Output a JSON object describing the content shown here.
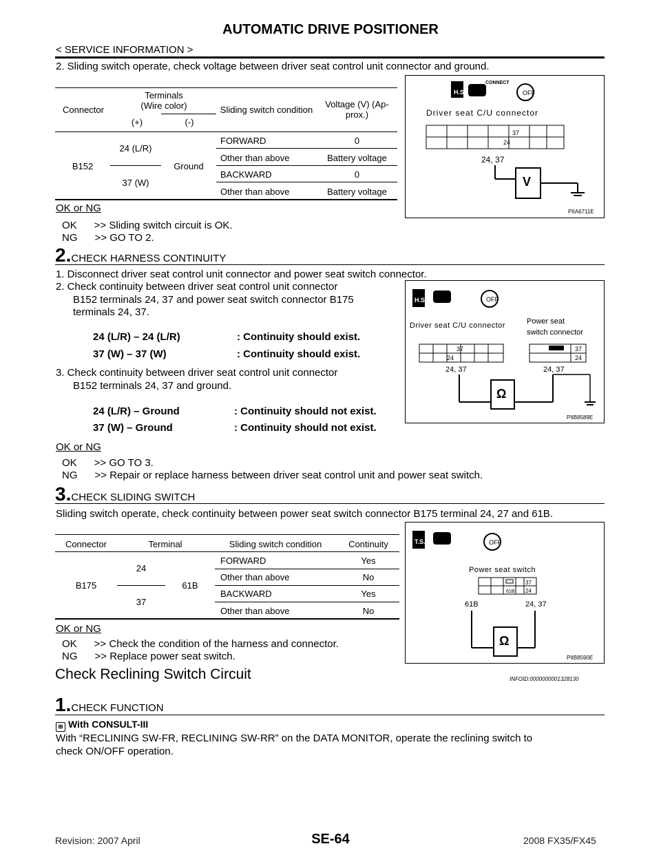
{
  "header": {
    "title": "AUTOMATIC DRIVE POSITIONER",
    "subtitle": "< SERVICE INFORMATION >"
  },
  "sec1": {
    "step2_text": "2.   Sliding switch operate, check voltage between driver seat control unit connector and ground.",
    "table1": {
      "h_connector": "Connector",
      "h_terminals": "Terminals\n(Wire color)",
      "h_plus": "(+)",
      "h_minus": "(-)",
      "h_condition": "Sliding switch condition",
      "h_voltage": "Voltage (V) (Ap-\nprox.)",
      "connector": "B152",
      "t1": "24 (L/R)",
      "t2": "37 (W)",
      "minus": "Ground",
      "rows": [
        {
          "cond": "FORWARD",
          "val": "0"
        },
        {
          "cond": "Other than above",
          "val": "Battery voltage"
        },
        {
          "cond": "BACKWARD",
          "val": "0"
        },
        {
          "cond": "Other than above",
          "val": "Battery voltage"
        }
      ]
    },
    "okng": "OK or NG",
    "ok": "OK      >> Sliding switch circuit is OK.",
    "ng": "NG      >> GO TO 2."
  },
  "fig1": {
    "label": "Driver seat C/U connector",
    "term": "24, 37",
    "t37": "37",
    "t24": "24",
    "connect": "CONNECT",
    "code": "PIIA6711E",
    "meter": "V"
  },
  "step2": {
    "num": "2.",
    "title": "CHECK HARNESS CONTINUITY",
    "l1": "1.   Disconnect driver seat control unit connector and power seat switch connector.",
    "l2a": "2.   Check  continuity  between  driver  seat  control  unit  connector",
    "l2b": "B152 terminals 24, 37 and power seat switch connector B175",
    "l2c": "terminals 24, 37.",
    "c1a": "24 (L/R) – 24 (L/R)",
    "c1b": ": Continuity should exist.",
    "c2a": "37 (W) – 37 (W)",
    "c2b": ": Continuity should exist.",
    "l3a": "3.   Check  continuity  between  driver  seat  control  unit  connector",
    "l3b": "B152 terminals 24, 37 and ground.",
    "c3a": "24 (L/R) – Ground",
    "c3b": ": Continuity should not exist.",
    "c4a": "37 (W) – Ground",
    "c4b": ": Continuity should not exist.",
    "okng": "OK or NG",
    "ok": "OK      >> GO TO 3.",
    "ng": "NG      >> Repair or replace harness between driver seat control unit and power seat switch."
  },
  "fig2": {
    "label1": "Driver seat C/U connector",
    "label2a": "Power seat",
    "label2b": "switch connector",
    "term": "24, 37",
    "t37": "37",
    "t24": "24",
    "code": "PIIB8589E",
    "meter": "Ω"
  },
  "step3": {
    "num": "3.",
    "title": "CHECK SLIDING SWITCH",
    "text": "Sliding switch operate, check continuity between power seat switch connector B175 terminal 24, 27 and 61B.",
    "table": {
      "h_connector": "Connector",
      "h_terminal": "Terminal",
      "h_condition": "Sliding switch condition",
      "h_continuity": "Continuity",
      "connector": "B175",
      "t1": "24",
      "t2": "37",
      "t3": "61B",
      "rows": [
        {
          "cond": "FORWARD",
          "val": "Yes"
        },
        {
          "cond": "Other than above",
          "val": "No"
        },
        {
          "cond": "BACKWARD",
          "val": "Yes"
        },
        {
          "cond": "Other than above",
          "val": "No"
        }
      ]
    },
    "okng": "OK or NG",
    "ok": "OK      >> Check the condition of the harness and connector.",
    "ng": "NG      >> Replace power seat switch."
  },
  "fig3": {
    "label": "Power seat switch",
    "t61b": "61B",
    "term": "24, 37",
    "t37": "37",
    "t24": "24",
    "t61": "61B",
    "code": "PIIB8590E",
    "meter": "Ω"
  },
  "section": {
    "title": "Check Reclining Switch Circuit",
    "infoid": "INFOID:0000000001328130"
  },
  "step1": {
    "num": "1.",
    "title": "CHECK FUNCTION",
    "consult": "With CONSULT-III",
    "text1": "With  “RECLINING  SW-FR,  RECLINING  SW-RR”  on  the  DATA  MONITOR,  operate  the  reclining  switch  to",
    "text2": "check ON/OFF operation."
  },
  "footer": {
    "revision": "Revision: 2007 April",
    "page": "SE-64",
    "model": "2008 FX35/FX45"
  }
}
